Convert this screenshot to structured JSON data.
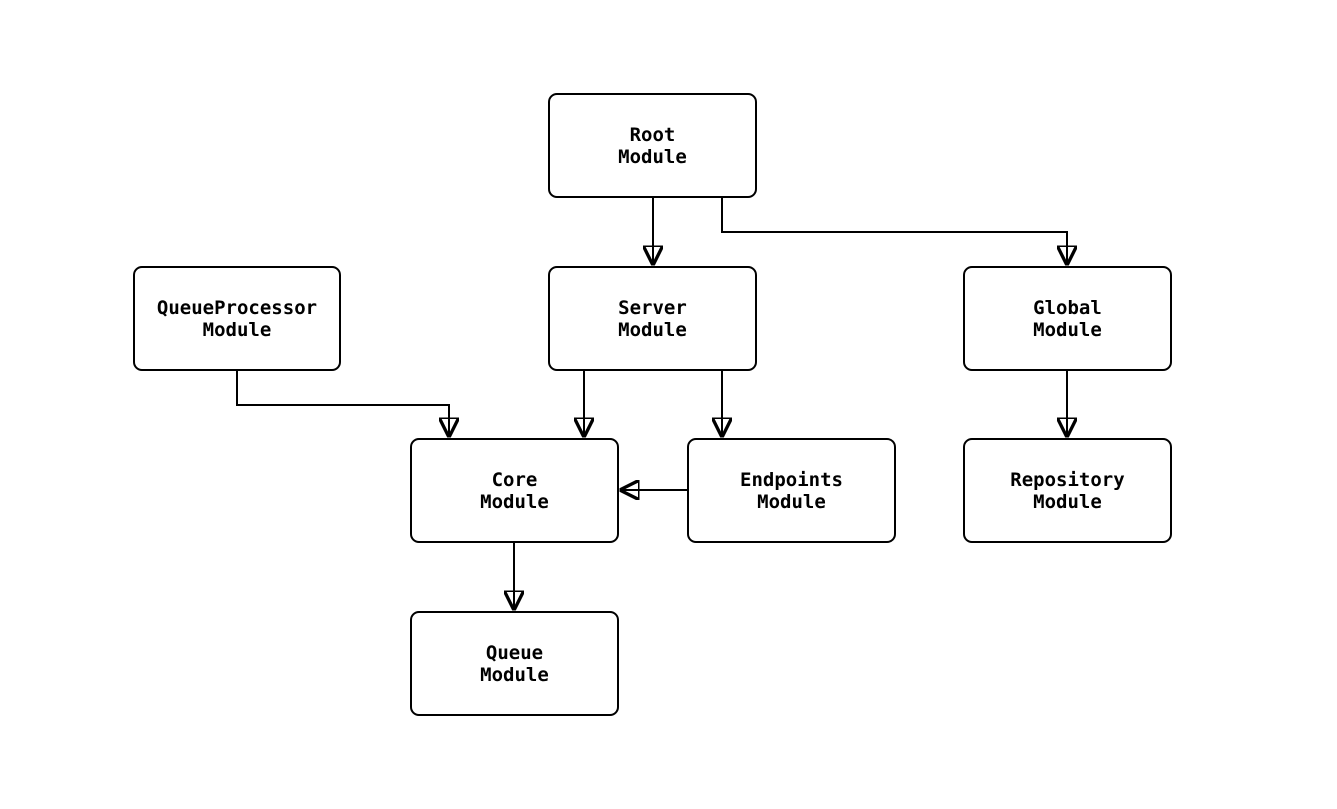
{
  "diagram": {
    "type": "module-dependency-graph",
    "colors": {
      "background": "#ffffff",
      "node_fill": "#ffffff",
      "node_border": "#000000",
      "edge": "#000000",
      "text": "#000000"
    },
    "nodes": {
      "root": {
        "line1": "Root",
        "line2": "Module"
      },
      "queueprocessor": {
        "line1": "QueueProcessor",
        "line2": "Module"
      },
      "server": {
        "line1": "Server",
        "line2": "Module"
      },
      "global": {
        "line1": "Global",
        "line2": "Module"
      },
      "core": {
        "line1": "Core",
        "line2": "Module"
      },
      "endpoints": {
        "line1": "Endpoints",
        "line2": "Module"
      },
      "repository": {
        "line1": "Repository",
        "line2": "Module"
      },
      "queue": {
        "line1": "Queue",
        "line2": "Module"
      }
    },
    "edges": [
      {
        "from": "Root Module",
        "to": "Server Module"
      },
      {
        "from": "Root Module",
        "to": "Global Module"
      },
      {
        "from": "QueueProcessor Module",
        "to": "Core Module"
      },
      {
        "from": "Server Module",
        "to": "Core Module"
      },
      {
        "from": "Server Module",
        "to": "Endpoints Module"
      },
      {
        "from": "Endpoints Module",
        "to": "Core Module"
      },
      {
        "from": "Global Module",
        "to": "Repository Module"
      },
      {
        "from": "Core Module",
        "to": "Queue Module"
      }
    ]
  }
}
